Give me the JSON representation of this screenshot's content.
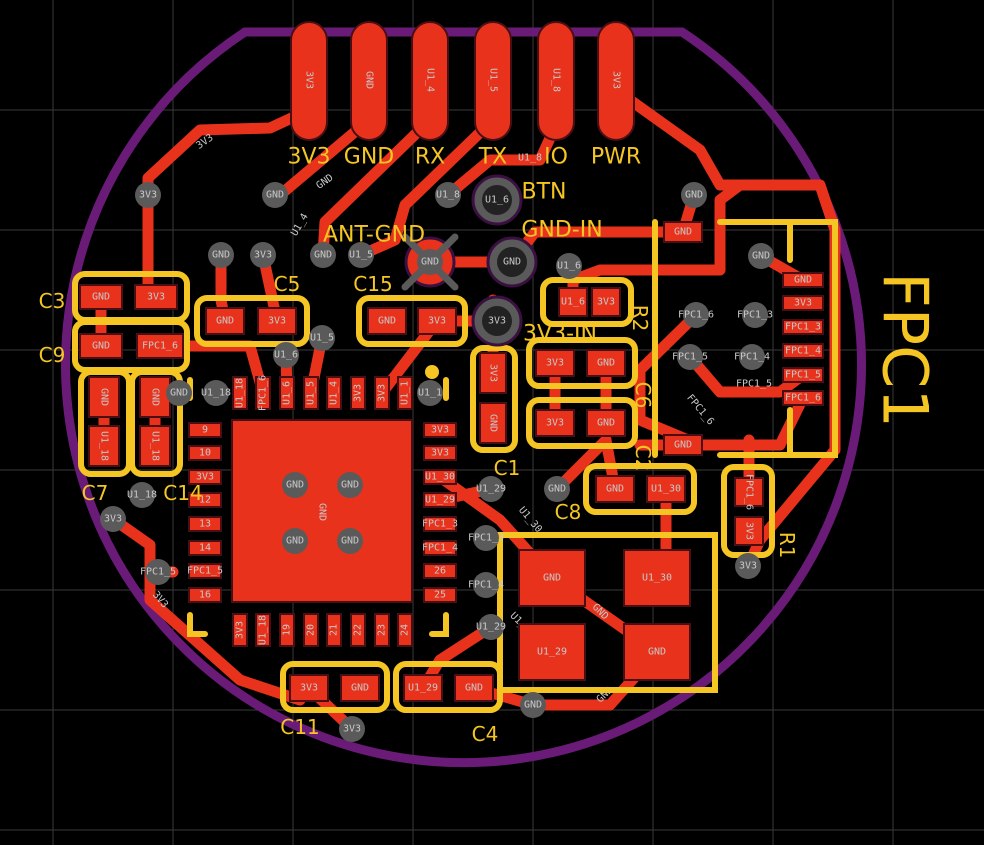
{
  "colors": {
    "background": "#000000",
    "grid": "#3a3a3a",
    "outline": "#6a1b78",
    "copper": "#e8321c",
    "pad_outline": "#4a0f14",
    "silkscreen": "#f5c623",
    "via": "#555555",
    "via_hole": "#222222",
    "pad_text": "#c9c9c9"
  },
  "header": {
    "pins": [
      "3V3",
      "GND",
      "U1_4",
      "U1_5",
      "U1_8",
      "3V3"
    ],
    "labels": [
      "3V3",
      "GND",
      "RX",
      "TX",
      "IO",
      "PWR"
    ]
  },
  "through_holes": [
    "U1_6",
    "GND",
    "3V3",
    "GND"
  ],
  "through_hole_labels": [
    "BTN",
    "GND-IN",
    "3V3-IN",
    "ANT-GND"
  ],
  "vias": [
    "3V3",
    "GND",
    "U1_8",
    "GND",
    "GND",
    "3V3",
    "GND",
    "U1_5",
    "U1_6",
    "GND",
    "U1_5",
    "U1_6",
    "GND",
    "U1_18",
    "U1_1",
    "FPC1_6",
    "FPC1_3",
    "FPC1_5",
    "FPC1_4",
    "U1_18",
    "3V3",
    "FPC1_5",
    "U1_29",
    "GND",
    "FPC1_3",
    "FPC1_4",
    "U1_29",
    "GND",
    "3V3",
    "3V3",
    "GND",
    "GND",
    "GND",
    "GND"
  ],
  "pads": [
    "GND",
    "3V3",
    "GND",
    "FPC1_6",
    "GND",
    "U1_18",
    "GND",
    "U1_18",
    "GND",
    "3V3",
    "GND",
    "3V3",
    "U1_6",
    "3V3",
    "3V3",
    "GND",
    "3V3",
    "GND",
    "3V3",
    "GND",
    "GND",
    "U1_30",
    "GND",
    "GND",
    "FPC1_6",
    "3V3",
    "GND",
    "3V3",
    "FPC1_3",
    "FPC1_4",
    "FPC1_5",
    "FPC1_6",
    "3V3",
    "GND",
    "U1_29",
    "GND",
    "GND",
    "U1_30",
    "U1_29",
    "GND"
  ],
  "qfn": {
    "center_label": "GND",
    "left_pins": [
      "9",
      "10",
      "3V3",
      "12",
      "13",
      "14",
      "FPC1_5",
      "16"
    ],
    "bottom_pins": [
      "3V3",
      "U1_18",
      "19",
      "20",
      "21",
      "22",
      "23",
      "24"
    ],
    "top_pins": [
      "U1_18",
      "FPC1_6",
      "U1_6",
      "U1_5",
      "U1_4",
      "3V3",
      "3V3",
      "U1_1"
    ],
    "right_pins": [
      "3V3",
      "3V3",
      "U1_30",
      "U1_29",
      "FPC1_3",
      "FPC1_4",
      "26",
      "25"
    ]
  },
  "designators": [
    "C3",
    "C9",
    "C7",
    "C14",
    "C5",
    "C15",
    "R2",
    "C6",
    "C1",
    "C2",
    "C8",
    "R1",
    "C11",
    "C4",
    "FPC1"
  ],
  "trace_labels": [
    "3V3",
    "GND",
    "U1_4",
    "U1_8",
    "FPC1_6",
    "FPC1_5",
    "U1_30",
    "GND",
    "U1_29",
    "3V3",
    "GND"
  ]
}
